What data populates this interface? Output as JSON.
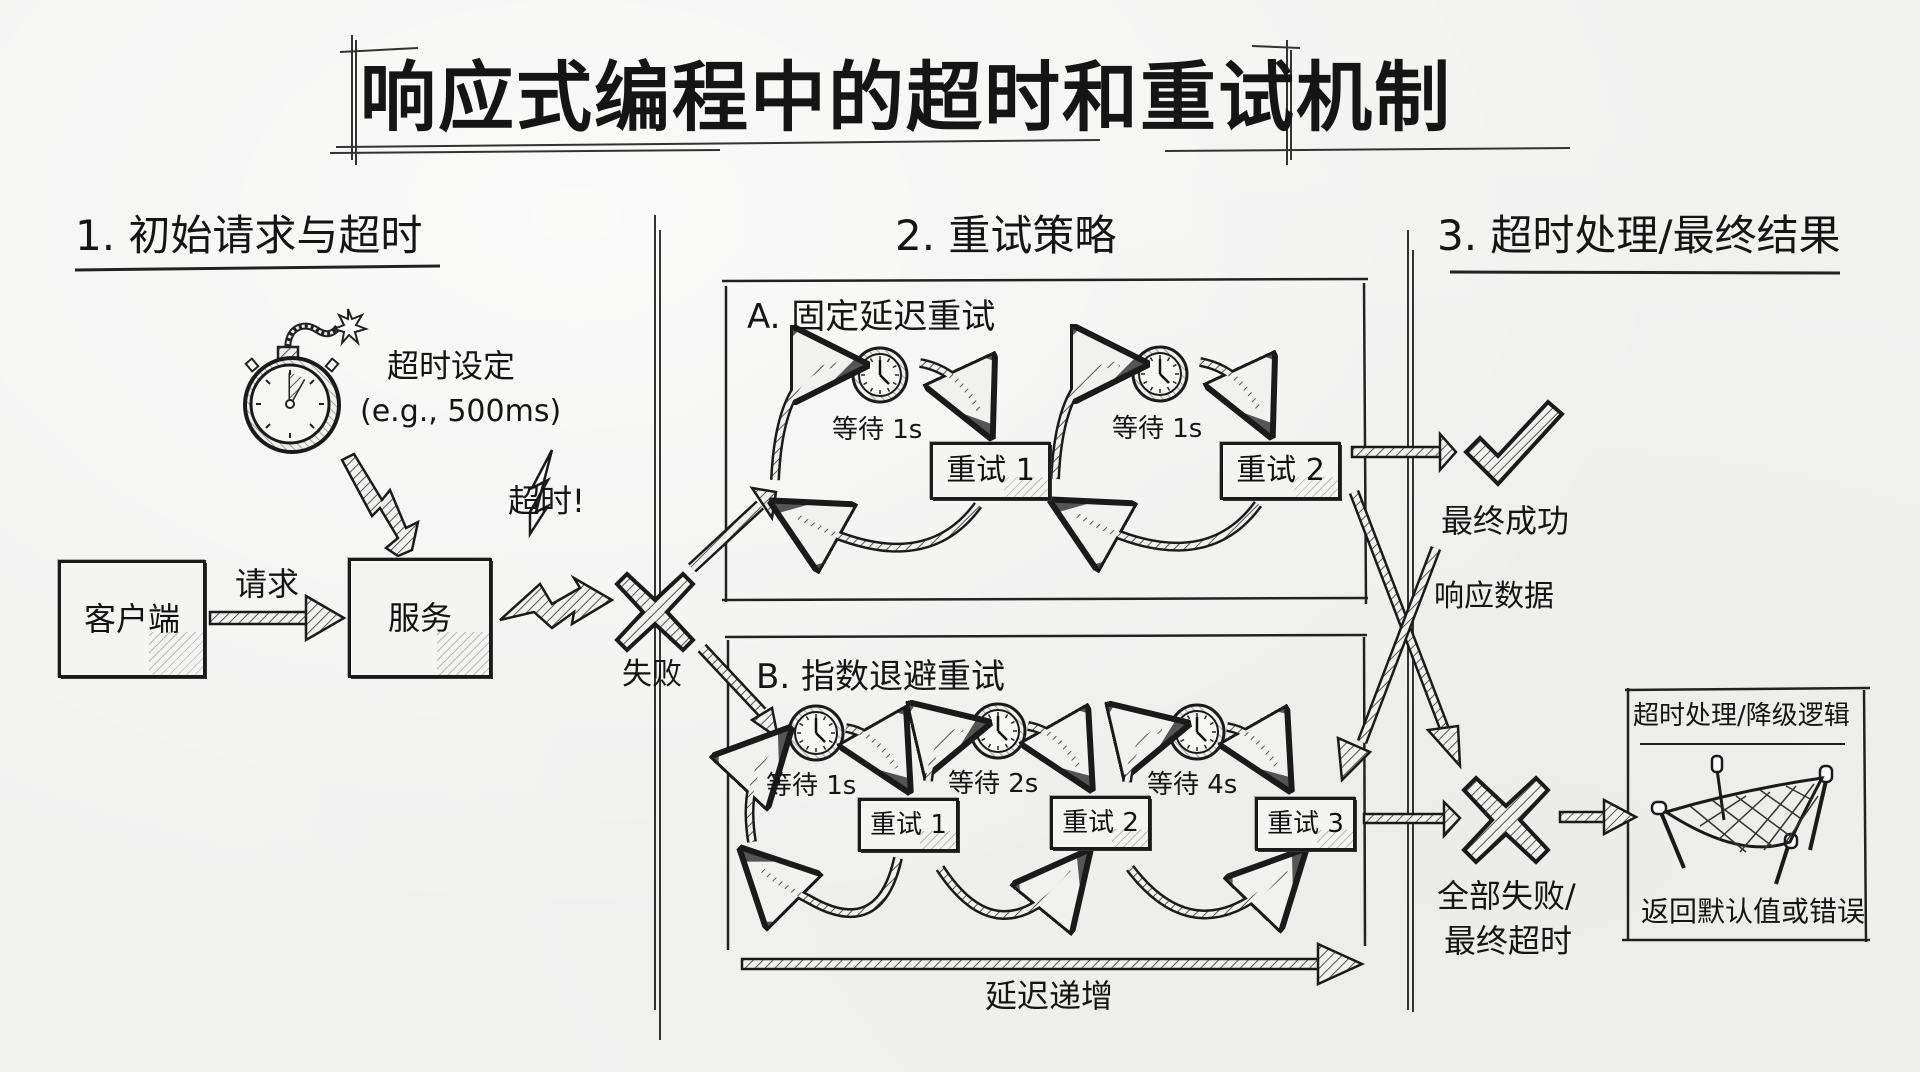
{
  "title": "响应式编程中的超时和重试机制",
  "sections": {
    "initial": {
      "heading": "1. 初始请求与超时",
      "client_label": "客户端",
      "request_label": "请求",
      "service_label": "服务",
      "timeout_setting_label": "超时设定",
      "timeout_example": "(e.g., 500ms)",
      "timeout_alert": "超时!",
      "failure_label": "失败"
    },
    "retry": {
      "heading": "2. 重试策略",
      "fixed": {
        "title": "A. 固定延迟重试",
        "steps": [
          {
            "wait": "等待 1s",
            "retry": "重试 1"
          },
          {
            "wait": "等待 1s",
            "retry": "重试 2"
          }
        ]
      },
      "exponential": {
        "title": "B. 指数退避重试",
        "steps": [
          {
            "wait": "等待 1s",
            "retry": "重试 1"
          },
          {
            "wait": "等待 2s",
            "retry": "重试 2"
          },
          {
            "wait": "等待 4s",
            "retry": "重试 3"
          }
        ],
        "trend_label": "延迟递增"
      }
    },
    "result": {
      "heading": "3. 超时处理/最终结果",
      "success_label": "最终成功",
      "response_label": "响应数据",
      "failure_label_line1": "全部失败/",
      "failure_label_line2": "最终超时",
      "fallback_title": "超时处理/降级逻辑",
      "fallback_result": "返回默认值或错误"
    }
  },
  "icons": {
    "timer": "stopwatch-bomb-icon",
    "clock": "clock-icon",
    "lightning": "lightning-icon",
    "fail": "x-mark-icon",
    "success": "checkmark-icon",
    "safety_net": "safety-net-icon"
  }
}
